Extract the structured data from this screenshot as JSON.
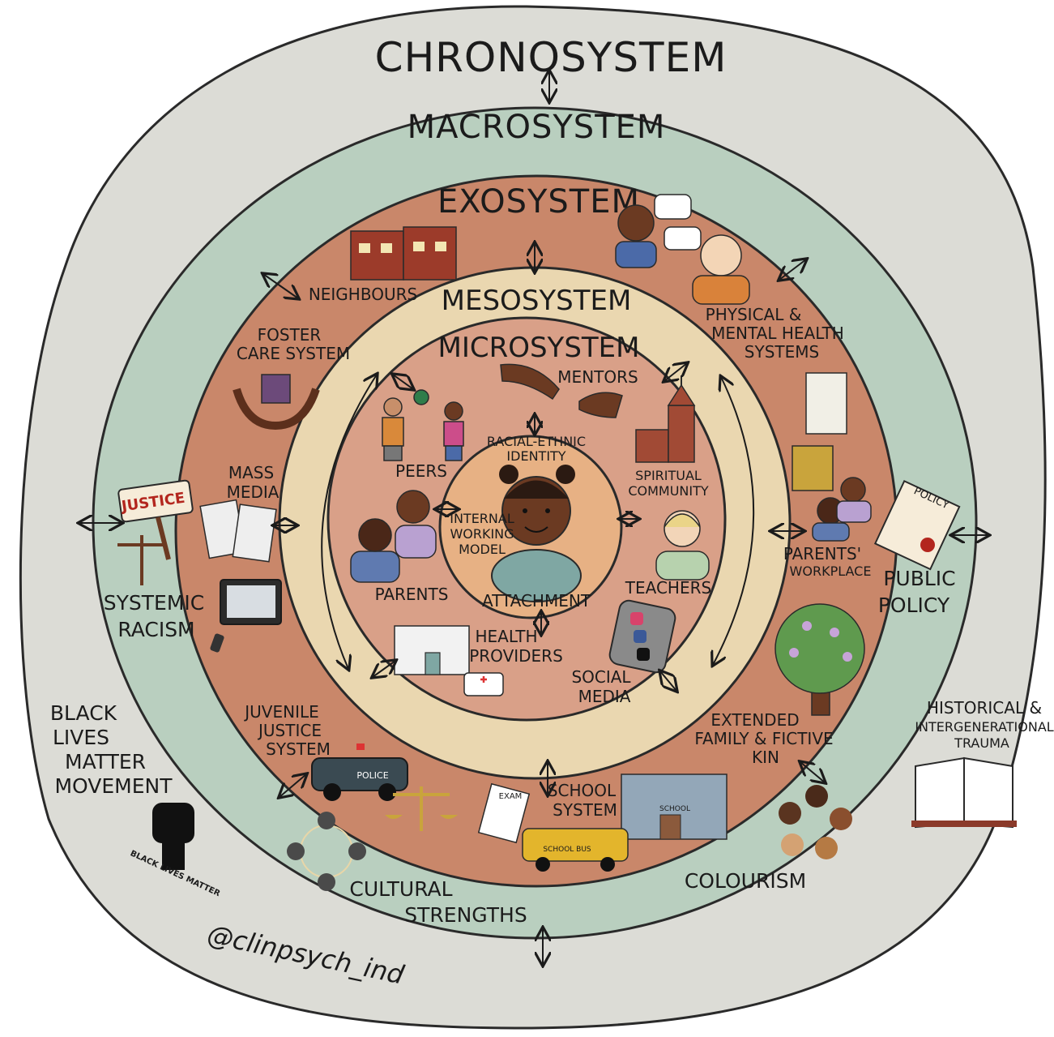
{
  "rings": {
    "chronosystem": "CHRONOSYSTEM",
    "macrosystem": "MACROSYSTEM",
    "exosystem": "EXOSYSTEM",
    "mesosystem": "MESOSYSTEM",
    "microsystem": "MICROSYSTEM"
  },
  "center": {
    "racial_ethnic": [
      "RACIAL-ETHNIC",
      "IDENTITY"
    ],
    "internal_model": [
      "INTERNAL",
      "WORKING",
      "MODEL"
    ],
    "attachment": "ATTACHMENT"
  },
  "micro_labels": {
    "mentors": "MENTORS",
    "peers": "PEERS",
    "spiritual": [
      "SPIRITUAL",
      "COMMUNITY"
    ],
    "parents": "PARENTS",
    "teachers": "TEACHERS",
    "health": [
      "HEALTH",
      "PROVIDERS"
    ],
    "social_media": [
      "SOCIAL",
      "MEDIA"
    ]
  },
  "exo_labels": {
    "neighbours": "NEIGHBOURS",
    "health_systems": [
      "PHYSICAL &",
      "MENTAL HEALTH",
      "SYSTEMS"
    ],
    "foster": [
      "FOSTER",
      "CARE SYSTEM"
    ],
    "mass_media": [
      "MASS",
      "MEDIA"
    ],
    "parents_workplace": [
      "PARENTS'",
      "WORKPLACE"
    ],
    "juvenile": [
      "JUVENILE",
      "JUSTICE",
      "SYSTEM"
    ],
    "extended_family": [
      "EXTENDED",
      "FAMILY & FICTIVE",
      "KIN"
    ],
    "school": [
      "SCHOOL",
      "SYSTEM"
    ]
  },
  "macro_labels": {
    "systemic_racism": [
      "SYSTEMIC",
      "RACISM"
    ],
    "public_policy": [
      "PUBLIC",
      "POLICY"
    ],
    "cultural_strengths": [
      "CULTURAL",
      "STRENGTHS"
    ],
    "colourism": "COLOURISM"
  },
  "chrono_labels": {
    "blm": [
      "BLACK",
      "LIVES",
      "MATTER",
      "MOVEMENT"
    ],
    "historical": [
      "HISTORICAL &",
      "INTERGENERATIONAL",
      "TRAUMA"
    ]
  },
  "signs": {
    "justice": "JUSTICE",
    "policy": "POLICY",
    "police": "POLICE",
    "exam": "EXAM",
    "school_bus": "SCHOOL BUS",
    "school": "SCHOOL",
    "blm_badge": "BLACK LIVES MATTER"
  },
  "handle": "@clinpsych_ind",
  "colors": {
    "chrono": "#dcdcd6",
    "macro": "#b9cfbf",
    "exo": "#c9876a",
    "meso": "#ead7b0",
    "micro": "#d9a088",
    "center": "#e7b184",
    "outline": "#2a2a2a"
  }
}
